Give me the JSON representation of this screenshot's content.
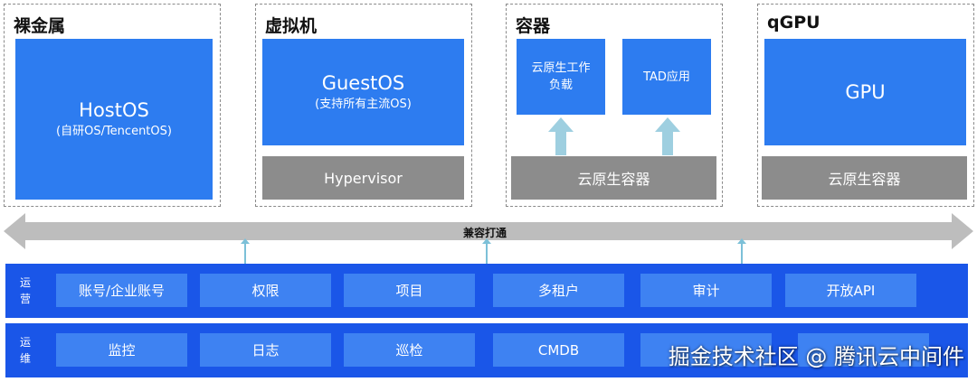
{
  "panels": {
    "bare_metal": {
      "title": "裸金属",
      "host_title": "HostOS",
      "host_sub": "(自研OS/TencentOS)"
    },
    "vm": {
      "title": "虚拟机",
      "guest_title": "GuestOS",
      "guest_sub": "(支持所有主流OS)",
      "hypervisor": "Hypervisor"
    },
    "container": {
      "title": "容器",
      "workload": [
        "云原生工作",
        "负载"
      ],
      "tad": "TAD应用",
      "base": "云原生容器"
    },
    "qgpu": {
      "title": "qGPU",
      "gpu": "GPU",
      "base": "云原生容器"
    }
  },
  "compat_bar": {
    "label": "兼容打通"
  },
  "ops_band": {
    "label": [
      "运",
      "营"
    ],
    "items": [
      "账号/企业账号",
      "权限",
      "项目",
      "多租户",
      "审计",
      "开放API"
    ]
  },
  "maint_band": {
    "label": [
      "运",
      "维"
    ],
    "items": [
      "监控",
      "日志",
      "巡检",
      "CMDB"
    ]
  },
  "watermark": "掘金技术社区 @ 腾讯云中间件",
  "colors": {
    "blue_box": "#2d7cf0",
    "gray_box": "#8c8c8c",
    "band": "#1a56e8",
    "band_item": "#3e82f2",
    "arrow": "#9ecfe0",
    "compat_bar": "#bdbdbd"
  }
}
